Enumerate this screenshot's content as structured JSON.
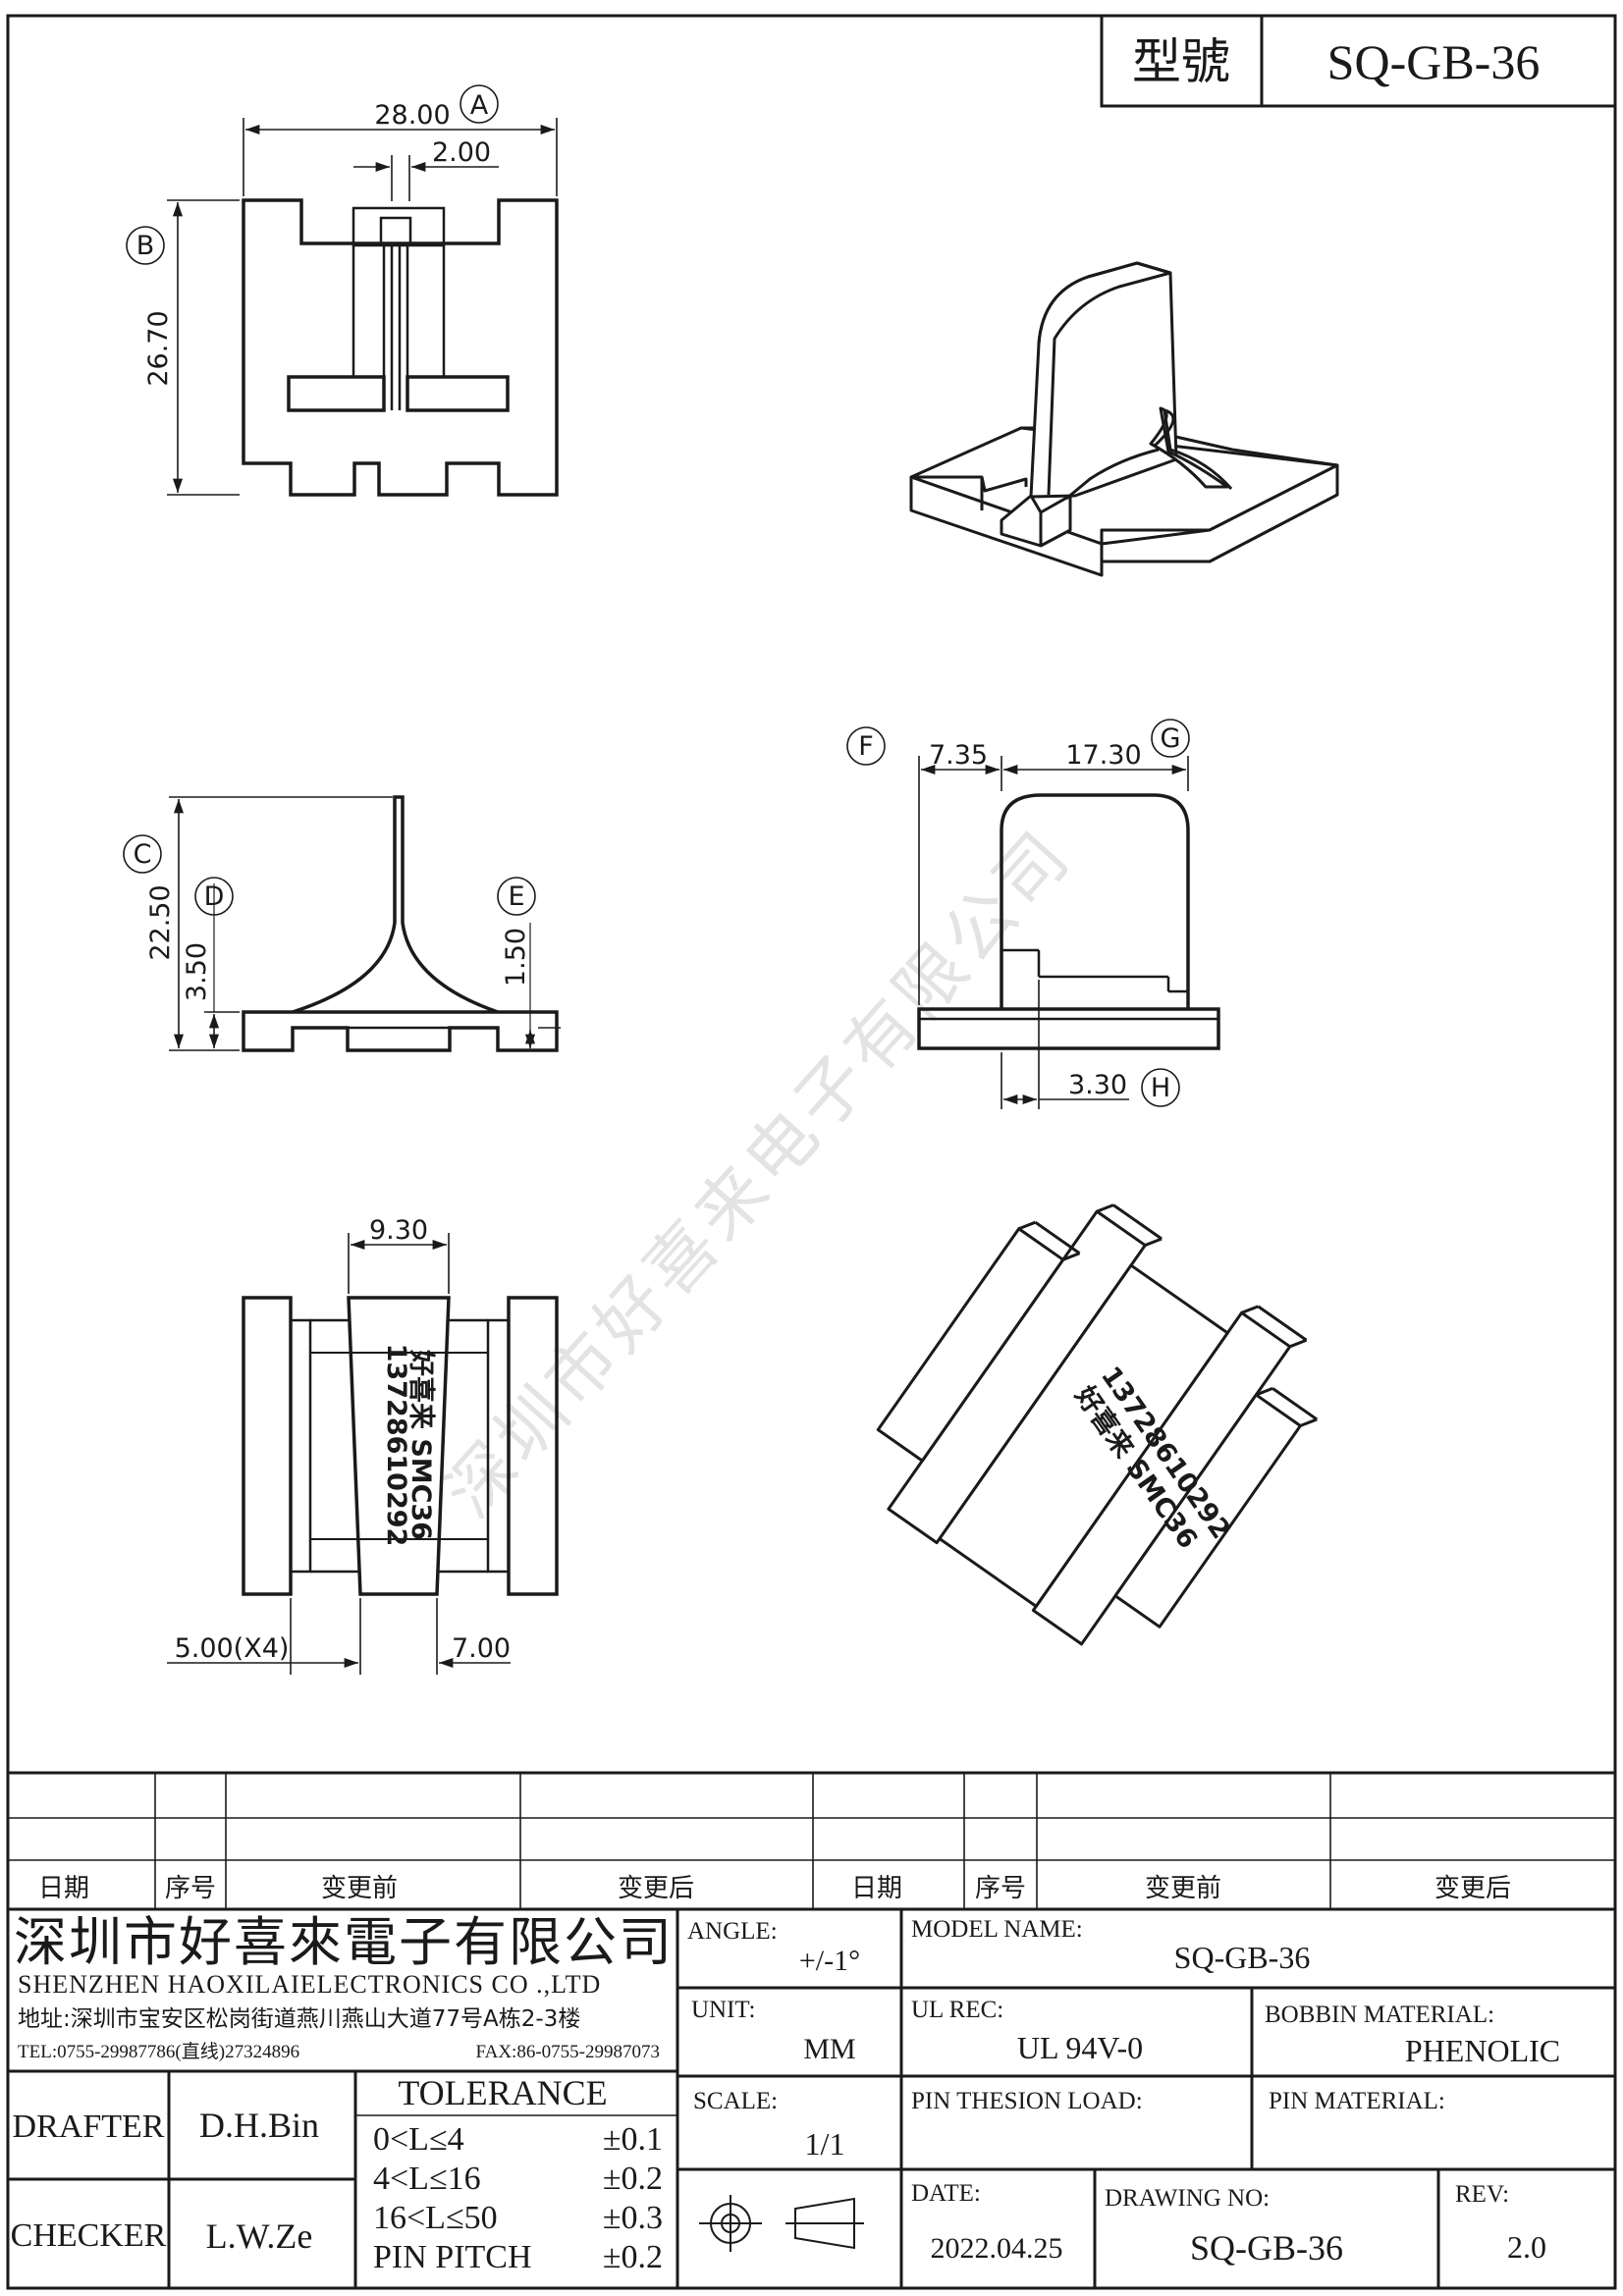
{
  "title_block": {
    "model_label": "型號",
    "model_value": "SQ-GB-36"
  },
  "dims": {
    "a_value": "28.00",
    "a_tag": "A",
    "slot_width": "2.00",
    "b_value": "26.70",
    "b_tag": "B",
    "c_value": "22.50",
    "c_tag": "C",
    "d_value": "3.50",
    "d_tag": "D",
    "e_value": "1.50",
    "e_tag": "E",
    "f_tag": "F",
    "f_value": "7.35",
    "g_value": "17.30",
    "g_tag": "G",
    "h_value": "3.30",
    "h_tag": "H",
    "i_value": "9.30",
    "j_value": "5.00(X4)",
    "k_value": "7.00"
  },
  "marking": {
    "line1": "13728610292",
    "line2": "好喜来 SMC36"
  },
  "watermark": "深圳市好喜来电子有限公司",
  "revision_table": {
    "col_date": "日期",
    "col_seq": "序号",
    "col_before": "变更前",
    "col_after": "变更后",
    "col_date2": "日期",
    "col_seq2": "序号",
    "col_before2": "变更前",
    "col_after2": "变更后"
  },
  "company": {
    "name_cn": "深圳市好喜來電子有限公司",
    "name_en": "SHENZHEN HAOXILAIELECTRONICS CO .,LTD",
    "address": "地址:深圳市宝安区松岗街道燕川燕山大道77号A栋2-3楼",
    "tel": "TEL:0755-29987786(直线)27324896",
    "fax": "FAX:86-0755-29987073"
  },
  "people": {
    "drafter_label": "DRAFTER",
    "drafter": "D.H.Bin",
    "checker_label": "CHECKER",
    "checker": "L.W.Ze"
  },
  "tolerance": {
    "title": "TOLERANCE",
    "rows": [
      {
        "range": "0<L≤4",
        "value": "±0.1"
      },
      {
        "range": "4<L≤16",
        "value": "±0.2"
      },
      {
        "range": "16<L≤50",
        "value": "±0.3"
      },
      {
        "range": "PIN PITCH",
        "value": "±0.2"
      }
    ]
  },
  "specs": {
    "angle_label": "ANGLE:",
    "angle": "+/-1°",
    "unit_label": "UNIT:",
    "unit": "MM",
    "scale_label": "SCALE:",
    "scale": "1/1",
    "model_name_label": "MODEL NAME:",
    "model_name": "SQ-GB-36",
    "ul_label": "UL REC:",
    "ul": "UL 94V-0",
    "bobbin_label": "BOBBIN MATERIAL:",
    "bobbin": "PHENOLIC",
    "pin_thesion_label": "PIN THESION LOAD:",
    "pin_thesion": "",
    "pin_material_label": "PIN MATERIAL:",
    "pin_material": "",
    "date_label": "DATE:",
    "date": "2022.04.25",
    "drawing_no_label": "DRAWING NO:",
    "drawing_no": "SQ-GB-36",
    "rev_label": "REV:",
    "rev": "2.0"
  }
}
